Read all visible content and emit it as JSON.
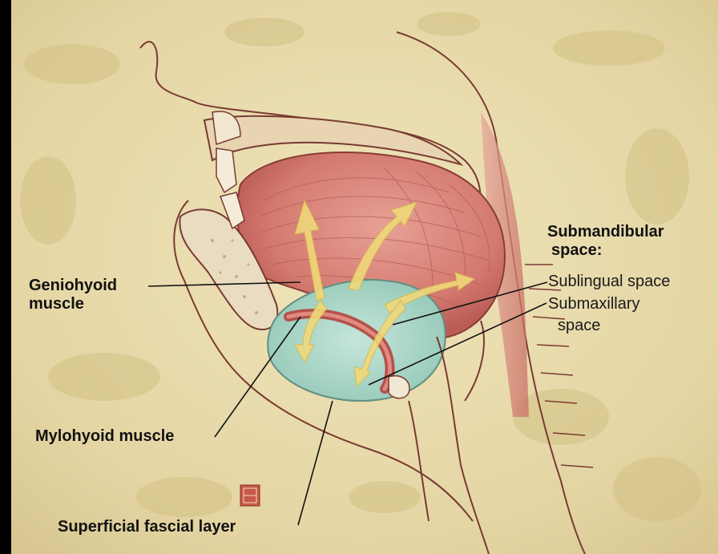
{
  "labels": {
    "geniohyoid_line1": "Geniohyoid",
    "geniohyoid_line2": "muscle",
    "mylohyoid": "Mylohyoid muscle",
    "superficial": "Superficial fascial layer",
    "submandibular_line1": "Submandibular",
    "submandibular_line2": "space:",
    "sublingual": "Sublingual space",
    "submaxillary_line1": "Submaxillary",
    "submaxillary_line2": "space"
  },
  "colors": {
    "background": "#e8dcae",
    "tongue": "#d9837a",
    "space_fill": "#a9d4c6",
    "arrow": "#f2dc88",
    "outline": "#6b2f2a"
  }
}
